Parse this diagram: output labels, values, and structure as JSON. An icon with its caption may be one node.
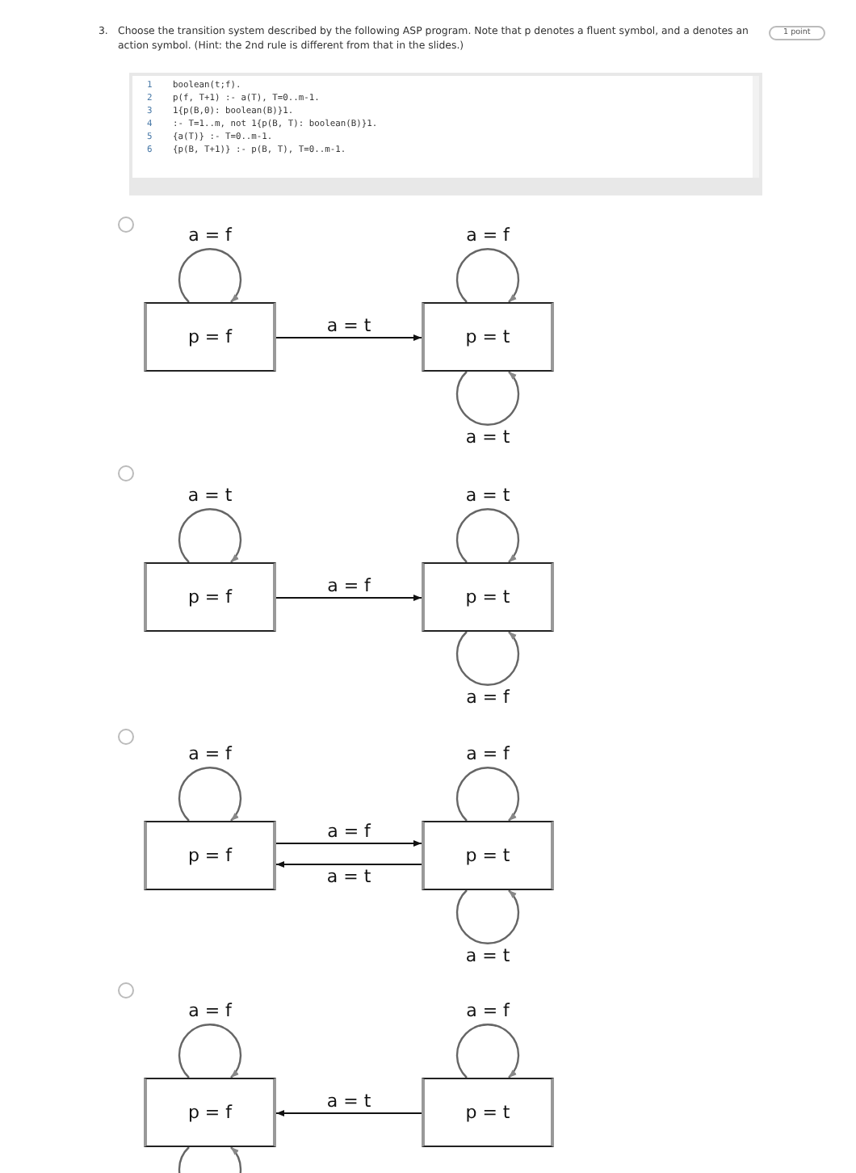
{
  "diagram": {
    "nodes": [
      {
        "text": [
          "p = f"
        ]
      },
      {
        "text": [
          "p = t"
        ]
      },
      {
        "text": [
          "p = f"
        ]
      },
      {
        "text": [
          "p = t"
        ]
      },
      {
        "text": [
          "p = f"
        ]
      },
      {
        "text": [
          "p = t"
        ]
      },
      {
        "text": [
          "p = f"
        ]
      },
      {
        "text": [
          "p = t"
        ]
      }
    ],
    "edges": [
      {
        "from": 0,
        "to": 0,
        "arrow": "to",
        "label": "a = f"
      },
      {
        "from": 1,
        "to": 1,
        "arrow": "to",
        "label": "a = f"
      },
      {
        "from": 1,
        "to": 1,
        "arrow": "to",
        "label": "a = t"
      },
      {
        "from": 0,
        "to": 1,
        "arrow": "to",
        "label": "a = t"
      },
      {
        "from": 2,
        "to": 2,
        "arrow": "to",
        "label": "a = t"
      },
      {
        "from": 3,
        "to": 3,
        "arrow": "to",
        "label": "a = t"
      },
      {
        "from": 3,
        "to": 3,
        "arrow": "to",
        "label": "a = f"
      },
      {
        "from": 2,
        "to": 3,
        "arrow": "to",
        "label": "a = f"
      },
      {
        "from": 4,
        "to": 4,
        "arrow": "to",
        "label": "a = f"
      },
      {
        "from": 5,
        "to": 5,
        "arrow": "to",
        "label": "a = f"
      },
      {
        "from": 5,
        "to": 5,
        "arrow": "to",
        "label": "a = t"
      },
      {
        "from": 4,
        "to": 5,
        "arrow": "to",
        "label": "a = f"
      },
      {
        "from": 5,
        "to": 4,
        "arrow": "to",
        "label": "a = t"
      },
      {
        "from": 6,
        "to": 6,
        "arrow": "to",
        "label": "a = f"
      },
      {
        "from": 7,
        "to": 7,
        "arrow": "to",
        "label": "a = f"
      },
      {
        "from": 7,
        "to": 6,
        "arrow": "to",
        "label": "a = t"
      },
      {
        "from": 6,
        "to": 6,
        "arrow": "to"
      }
    ],
    "labels": [
      "3.",
      "Choose the transition system described by the following ASP program. Note that p denotes a fluent symbol, and a denotes an action symbol. (Hint: the 2nd rule is different from that in the slides.)",
      "1 point",
      "1",
      "boolean(t;f).",
      "2",
      "p(f, T+1) :- a(T), T=0..m-1.",
      "3",
      "1{p(B,0): boolean(B)}1.",
      "4",
      ":- T=1..m, not 1{p(B, T): boolean(B)}1.",
      "5",
      "{a(T)} :- T=0..m-1.",
      "6",
      "{p(B, T+1)} :- p(B, T), T=0..m-1."
    ]
  }
}
